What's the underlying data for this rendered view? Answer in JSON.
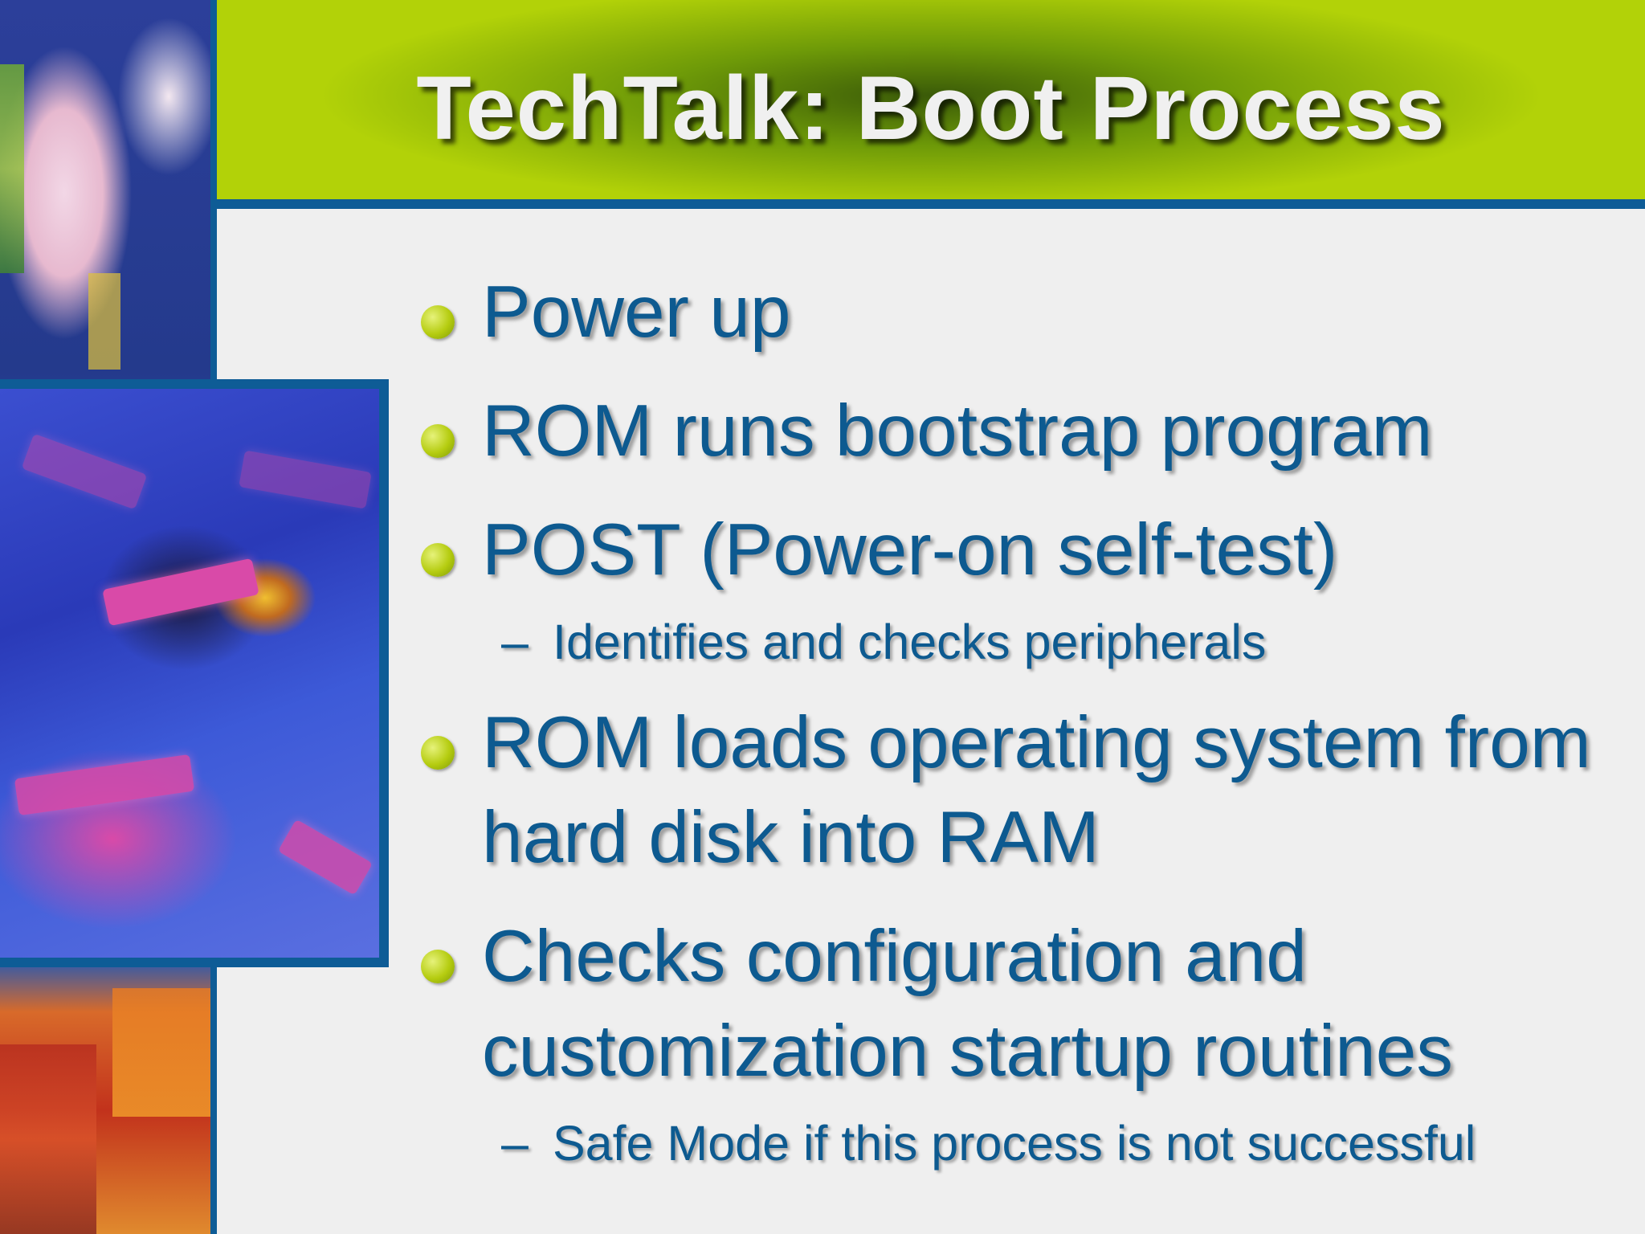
{
  "slide": {
    "title": "TechTalk: Boot Process",
    "bullets": [
      {
        "text": "Power up"
      },
      {
        "text": "ROM runs bootstrap program"
      },
      {
        "text": "POST (Power-on self-test)",
        "sub": "Identifies and checks peripherals"
      },
      {
        "text": "ROM loads operating system from hard disk into RAM"
      },
      {
        "text": "Checks configuration and customization startup routines",
        "sub": "Safe Mode if this process is not successful"
      }
    ],
    "sub_marker": "–"
  },
  "colors": {
    "header_green": "#b2d208",
    "rule_blue": "#0e5c96",
    "text_blue": "#0d5a90",
    "bullet_lime": "#b5cc10"
  }
}
